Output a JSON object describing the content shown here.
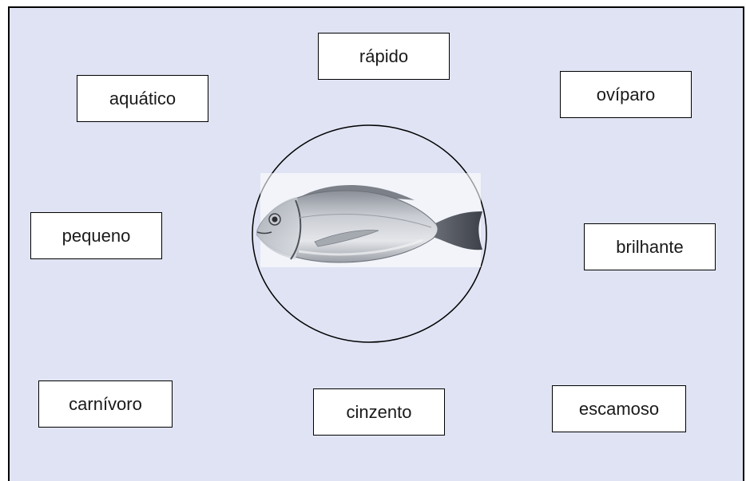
{
  "words": {
    "rapido": "rápido",
    "aquatico": "aquático",
    "oviparo": "ovíparo",
    "pequeno": "pequeno",
    "brilhante": "brilhante",
    "carnivoro": "carnívoro",
    "cinzento": "cinzento",
    "escamoso": "escamoso"
  },
  "image": {
    "subject": "fish-image"
  },
  "colors": {
    "background": "#dfe3f3",
    "box": "#ffffff",
    "border": "#000000"
  }
}
